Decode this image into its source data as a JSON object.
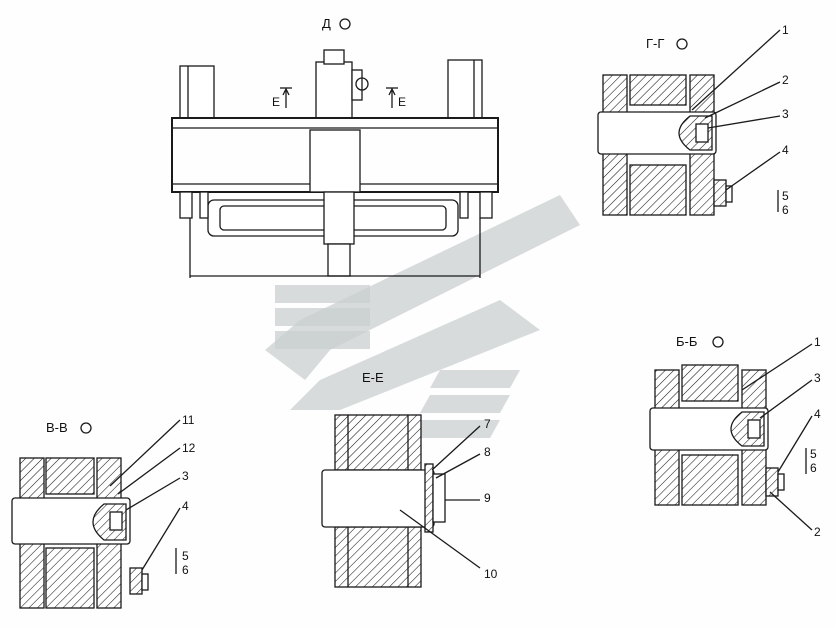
{
  "views": {
    "top": {
      "title": "Д",
      "cut_label_left": "Е",
      "cut_label_right": "Е"
    },
    "gg": {
      "title": "Г-Г",
      "callouts": [
        "1",
        "2",
        "3",
        "4",
        "5",
        "6"
      ]
    },
    "bb": {
      "title": "Б-Б",
      "callouts": [
        "1",
        "3",
        "4",
        "5",
        "6",
        "2"
      ]
    },
    "vv": {
      "title": "В-В",
      "callouts": [
        "11",
        "12",
        "3",
        "4",
        "5",
        "6"
      ]
    },
    "ee": {
      "title": "Е-Е",
      "callouts": [
        "7",
        "8",
        "9",
        "10"
      ]
    }
  },
  "colors": {
    "ink": "#1a1a1a",
    "watermark": "#c9cfcf"
  }
}
